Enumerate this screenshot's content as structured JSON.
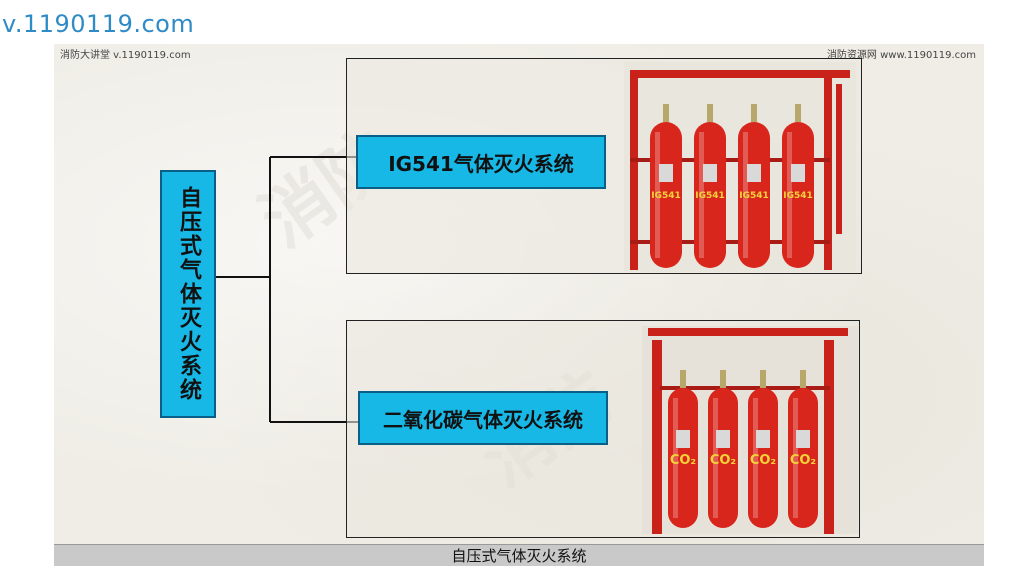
{
  "site": {
    "url_label": "v.1190119.com"
  },
  "slide": {
    "header_left": "消防大讲堂 v.1190119.com",
    "header_right": "消防资源网 www.1190119.com",
    "root_title": "自压式气体灭火系统",
    "branches": [
      {
        "label": "IG541气体灭火系统",
        "cylinder_label": "IG541"
      },
      {
        "label": "二氧化碳气体灭火系统",
        "cylinder_label": "CO₂"
      }
    ],
    "colors": {
      "box_fill": "#17b8e6",
      "cylinder_red": "#d8261c"
    }
  },
  "footer": {
    "caption": "自压式气体灭火系统"
  }
}
